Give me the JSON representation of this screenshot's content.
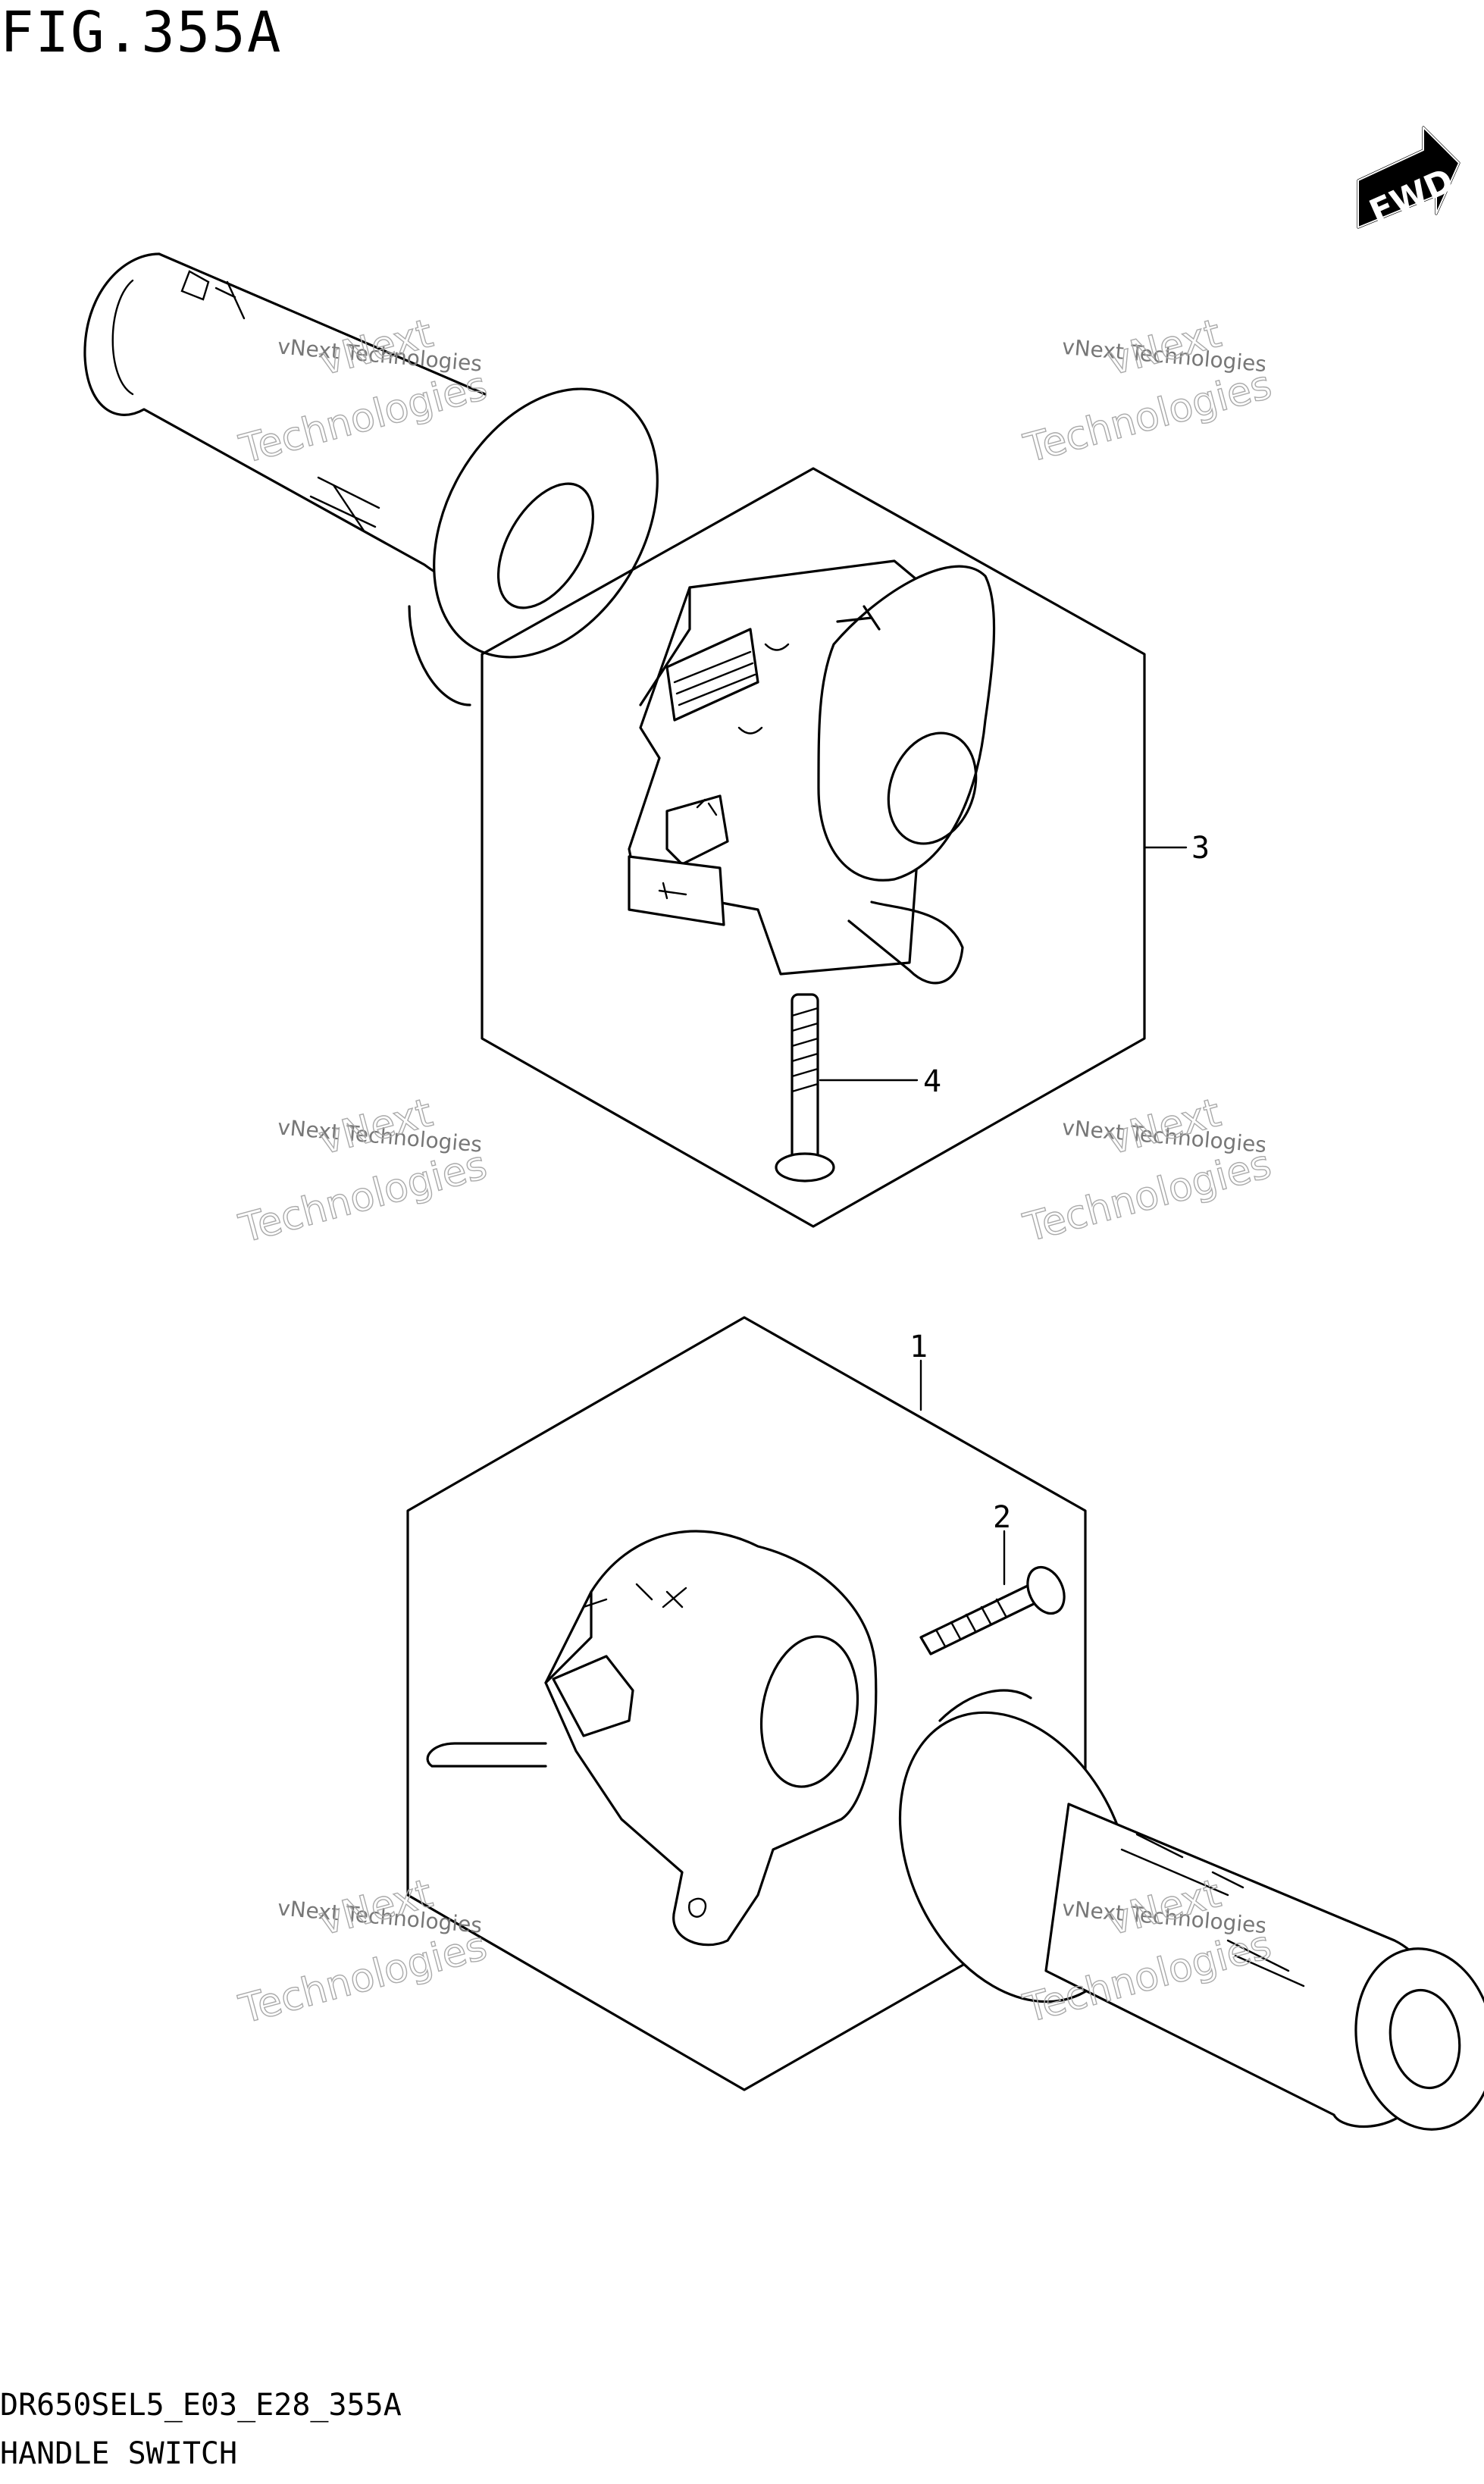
{
  "figure_title": "FIG.355A",
  "fwd_label": "FWD",
  "part_code": "DR650SEL5_E03_E28_355A",
  "section_name": "HANDLE SWITCH",
  "callouts": {
    "c1": "1",
    "c2": "2",
    "c3": "3",
    "c4": "4"
  },
  "watermark": {
    "line1": "vNext Technologies",
    "line2": "vNext",
    "line3": "Technologies"
  },
  "colors": {
    "ink": "#000000",
    "paper": "#ffffff",
    "watermark": "#9a9a9a"
  }
}
